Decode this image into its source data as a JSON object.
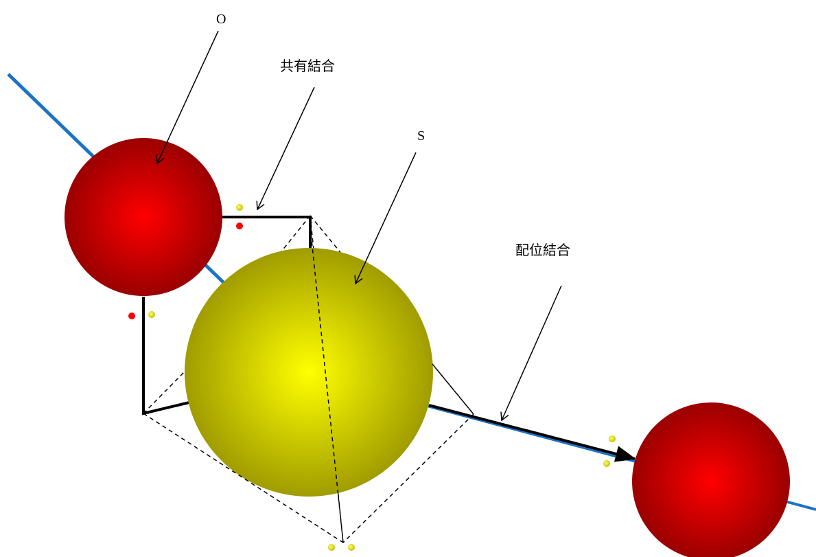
{
  "labels": {
    "oxygen": "O",
    "sulfur": "S",
    "covalent_bond": "共有結合",
    "coordinate_bond": "配位結合"
  },
  "colors": {
    "oxygen_atom": "#ff0000",
    "oxygen_atom_edge": "#9a0000",
    "sulfur_atom": "#ffff00",
    "sulfur_atom_edge": "#a09c00",
    "axis_line": "#1a73c4",
    "bond_line": "#000000",
    "electron_yellow": "#e6e600",
    "electron_red": "#ff0000"
  }
}
